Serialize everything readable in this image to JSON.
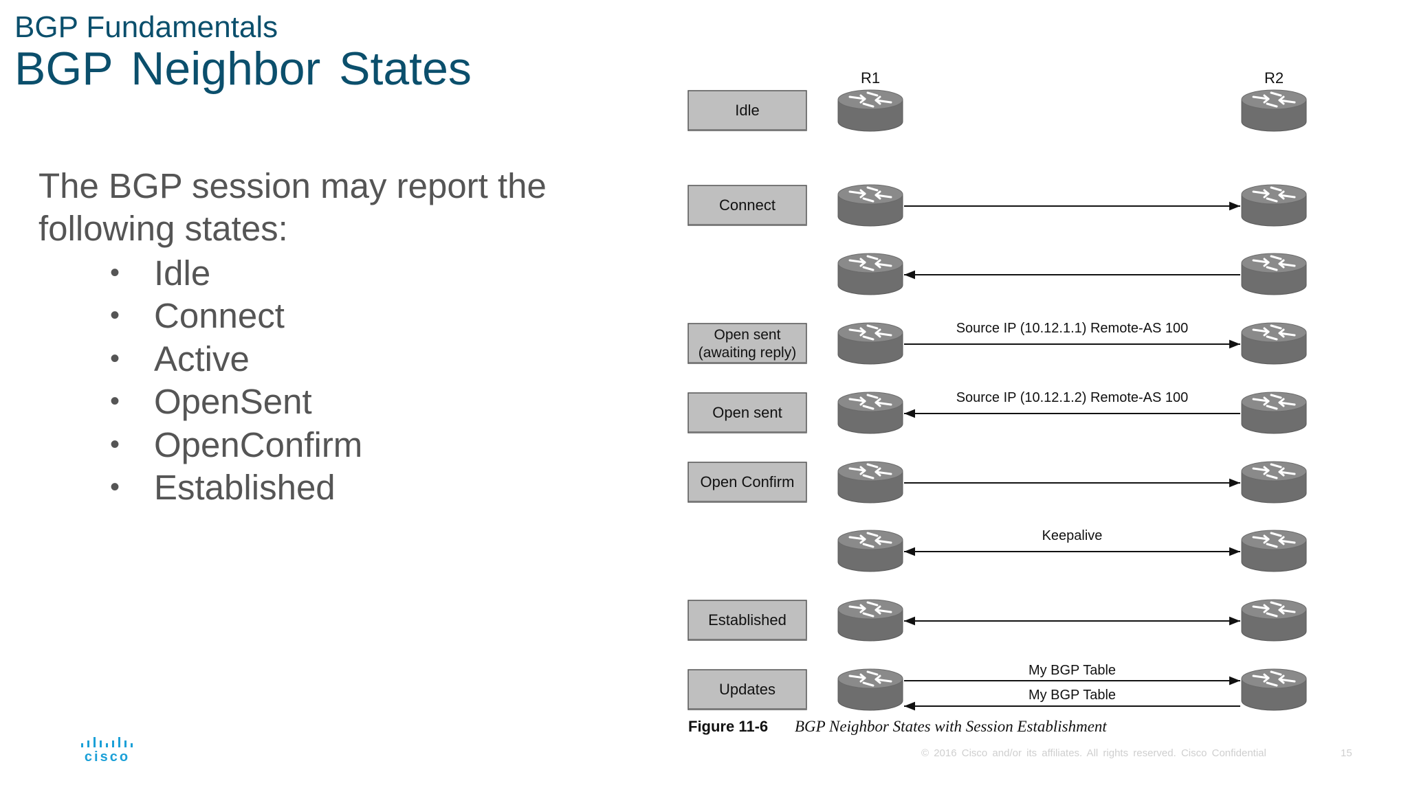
{
  "header": {
    "subtitle": "BGP Fundamentals",
    "title": "BGP Neighbor States"
  },
  "content": {
    "intro": "The BGP session may report the following states:",
    "states": [
      "Idle",
      "Connect",
      "Active",
      "OpenSent",
      "OpenConfirm",
      "Established"
    ]
  },
  "diagram": {
    "routers": [
      "R1",
      "R2"
    ],
    "rows": [
      {
        "state": "Idle",
        "arrows": []
      },
      {
        "state": "Connect",
        "arrows": [
          {
            "dir": "right",
            "label": ""
          }
        ]
      },
      {
        "state": "",
        "arrows": [
          {
            "dir": "left",
            "label": ""
          }
        ]
      },
      {
        "state": "Open sent\n(awaiting reply)",
        "arrows": [
          {
            "dir": "right",
            "label": "Source IP (10.12.1.1) Remote-AS 100"
          }
        ]
      },
      {
        "state": "Open sent",
        "arrows": [
          {
            "dir": "left",
            "label": "Source IP (10.12.1.2) Remote-AS 100"
          }
        ]
      },
      {
        "state": "Open Confirm",
        "arrows": [
          {
            "dir": "right",
            "label": ""
          }
        ]
      },
      {
        "state": "",
        "arrows": [
          {
            "dir": "both",
            "label": "Keepalive"
          }
        ]
      },
      {
        "state": "Established",
        "arrows": [
          {
            "dir": "both",
            "label": ""
          }
        ]
      },
      {
        "state": "Updates",
        "arrows": [
          {
            "dir": "right",
            "label": "My BGP Table"
          },
          {
            "dir": "left",
            "label": "My BGP Table"
          }
        ]
      }
    ],
    "figure_number": "Figure 11-6",
    "figure_caption": "BGP Neighbor States with Session Establishment"
  },
  "footer": {
    "logo": "cisco",
    "copyright": "© 2016 Cisco and/or its affiliates. All rights reserved. Cisco Confidential",
    "page": "15"
  },
  "colors": {
    "title": "#0b4f6c",
    "body_text": "#555555",
    "state_box": "#bfbfbf",
    "router": "#6e6e6e",
    "logo": "#1ba0d7"
  }
}
